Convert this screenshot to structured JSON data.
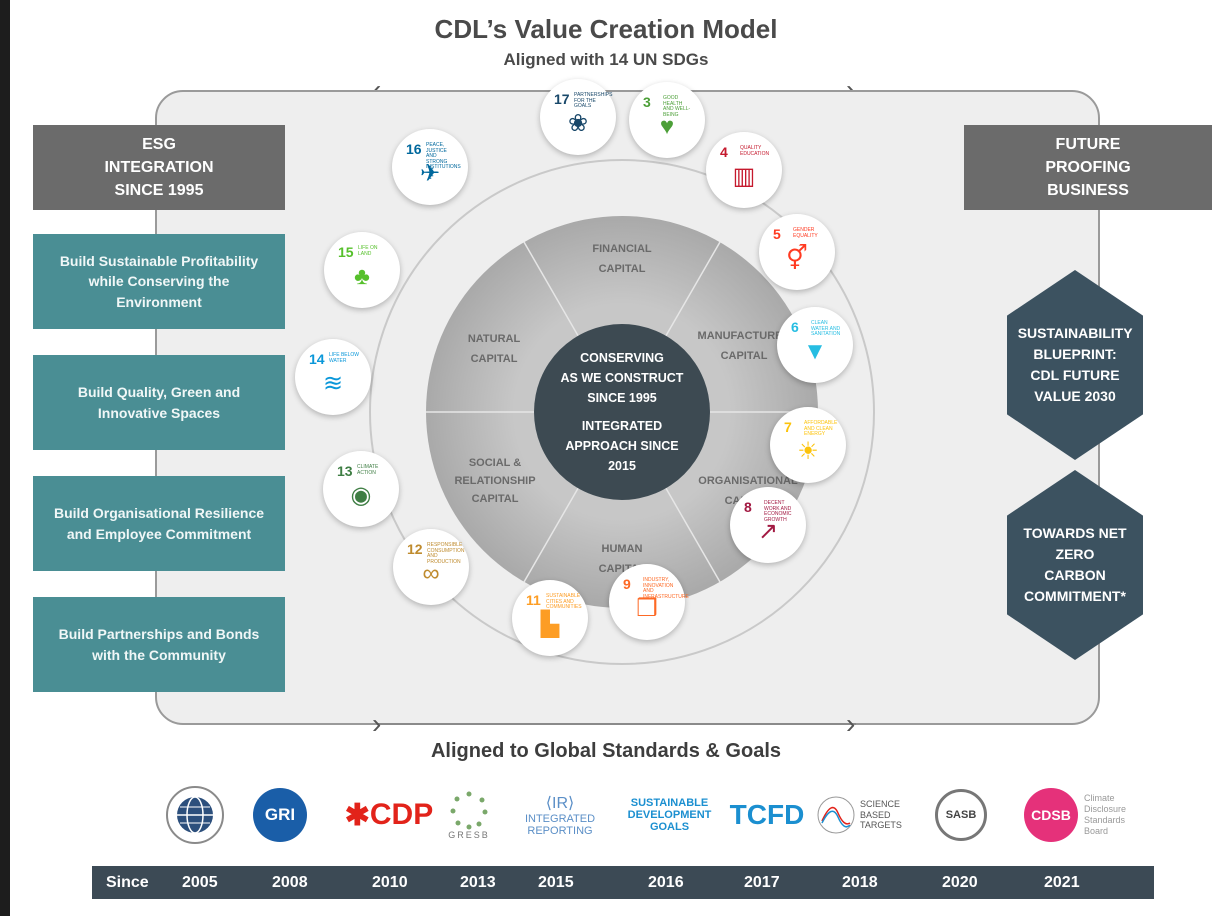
{
  "title": "CDL’s Value Creation Model",
  "subtitle": "Aligned with 14 UN SDGs",
  "left_header": "ESG INTEGRATION SINCE 1995",
  "right_header": "FUTURE PROOFING BUSINESS",
  "goals": [
    "Build Sustainable Profitability while Conserving the Environment",
    "Build Quality, Green and Innovative Spaces",
    "Build Organisational Resilience and Employee Commitment",
    "Build Partnerships and Bonds with the Community"
  ],
  "right_items": [
    "SUSTAINABILITY BLUEPRINT: CDL FUTURE VALUE 2030",
    "TOWARDS NET ZERO CARBON COMMITMENT*"
  ],
  "capitals": {
    "financial": [
      "FINANCIAL",
      "CAPITAL"
    ],
    "manufactured": [
      "MANUFACTURED",
      "CAPITAL"
    ],
    "organisational": [
      "ORGANISATIONAL",
      "CAPITAL"
    ],
    "human": [
      "HUMAN",
      "CAPITAL"
    ],
    "social": [
      "SOCIAL &",
      "RELATIONSHIP",
      "CAPITAL"
    ],
    "natural": [
      "NATURAL",
      "CAPITAL"
    ]
  },
  "hub": [
    "CONSERVING",
    "AS WE CONSTRUCT",
    "SINCE 1995",
    "INTEGRATED",
    "APPROACH SINCE",
    "2015"
  ],
  "sdgs": [
    {
      "num": "17",
      "label": "PARTNERSHIPS FOR THE GOALS",
      "color": "#19486a",
      "icon": "flower-icon",
      "glyph": "❀"
    },
    {
      "num": "3",
      "label": "GOOD HEALTH AND WELL-BEING",
      "color": "#4c9f38",
      "icon": "heartbeat-icon",
      "glyph": "♥"
    },
    {
      "num": "4",
      "label": "QUALITY EDUCATION",
      "color": "#c5192d",
      "icon": "book-icon",
      "glyph": "▥"
    },
    {
      "num": "5",
      "label": "GENDER EQUALITY",
      "color": "#ff3a21",
      "icon": "gender-icon",
      "glyph": "⚥"
    },
    {
      "num": "6",
      "label": "CLEAN WATER AND SANITATION",
      "color": "#26bde2",
      "icon": "water-icon",
      "glyph": "▼"
    },
    {
      "num": "7",
      "label": "AFFORDABLE AND CLEAN ENERGY",
      "color": "#fcc30b",
      "icon": "sun-icon",
      "glyph": "☀"
    },
    {
      "num": "8",
      "label": "DECENT WORK AND ECONOMIC GROWTH",
      "color": "#a21942",
      "icon": "growth-chart-icon",
      "glyph": "↗"
    },
    {
      "num": "9",
      "label": "INDUSTRY, INNOVATION AND INFRASTRUCTURE",
      "color": "#fd6925",
      "icon": "cubes-icon",
      "glyph": "❒"
    },
    {
      "num": "11",
      "label": "SUSTAINABLE CITIES AND COMMUNITIES",
      "color": "#fd9d24",
      "icon": "city-icon",
      "glyph": "▙"
    },
    {
      "num": "12",
      "label": "RESPONSIBLE CONSUMPTION AND PRODUCTION",
      "color": "#bf8b2e",
      "icon": "infinity-icon",
      "glyph": "∞"
    },
    {
      "num": "13",
      "label": "CLIMATE ACTION",
      "color": "#3f7e44",
      "icon": "eye-globe-icon",
      "glyph": "◉"
    },
    {
      "num": "14",
      "label": "LIFE BELOW WATER",
      "color": "#0a97d9",
      "icon": "fish-icon",
      "glyph": "≋"
    },
    {
      "num": "15",
      "label": "LIFE ON LAND",
      "color": "#56c02b",
      "icon": "tree-icon",
      "glyph": "♣"
    },
    {
      "num": "16",
      "label": "PEACE, JUSTICE AND STRONG INSTITUTIONS",
      "color": "#00689d",
      "icon": "dove-icon",
      "glyph": "✈"
    }
  ],
  "standards_title": "Aligned to Global Standards & Goals",
  "logos": [
    {
      "name": "un-global-compact-logo",
      "text": "",
      "color": "#2c4f7c"
    },
    {
      "name": "gri-logo",
      "text": "GRI",
      "color": "#1a5ea8"
    },
    {
      "name": "cdp-logo",
      "text": "CDP",
      "color": "#e2231a"
    },
    {
      "name": "gresb-logo",
      "text": "GRESB",
      "color": "#777777"
    },
    {
      "name": "integrated-reporting-logo",
      "text": "INTEGRATED REPORTING",
      "color": "#5b8fc7"
    },
    {
      "name": "sdg-goals-logo",
      "text": "SUSTAINABLE DEVELOPMENT GOALS",
      "color": "#1b8fd0"
    },
    {
      "name": "tcfd-logo",
      "text": "TCFD",
      "color": "#1b8fd0"
    },
    {
      "name": "sbt-logo",
      "text": "SCIENCE BASED TARGETS",
      "color": "#555555"
    },
    {
      "name": "sasb-logo",
      "text": "SASB",
      "color": "#444444"
    },
    {
      "name": "cdsb-logo",
      "text": "CDSB",
      "color": "#e5317a",
      "sub": "Climate Disclosure Standards Board"
    }
  ],
  "timeline": {
    "label": "Since",
    "years": [
      "2005",
      "2008",
      "2010",
      "2013",
      "2015",
      "2016",
      "2017",
      "2018",
      "2020",
      "2021"
    ]
  }
}
